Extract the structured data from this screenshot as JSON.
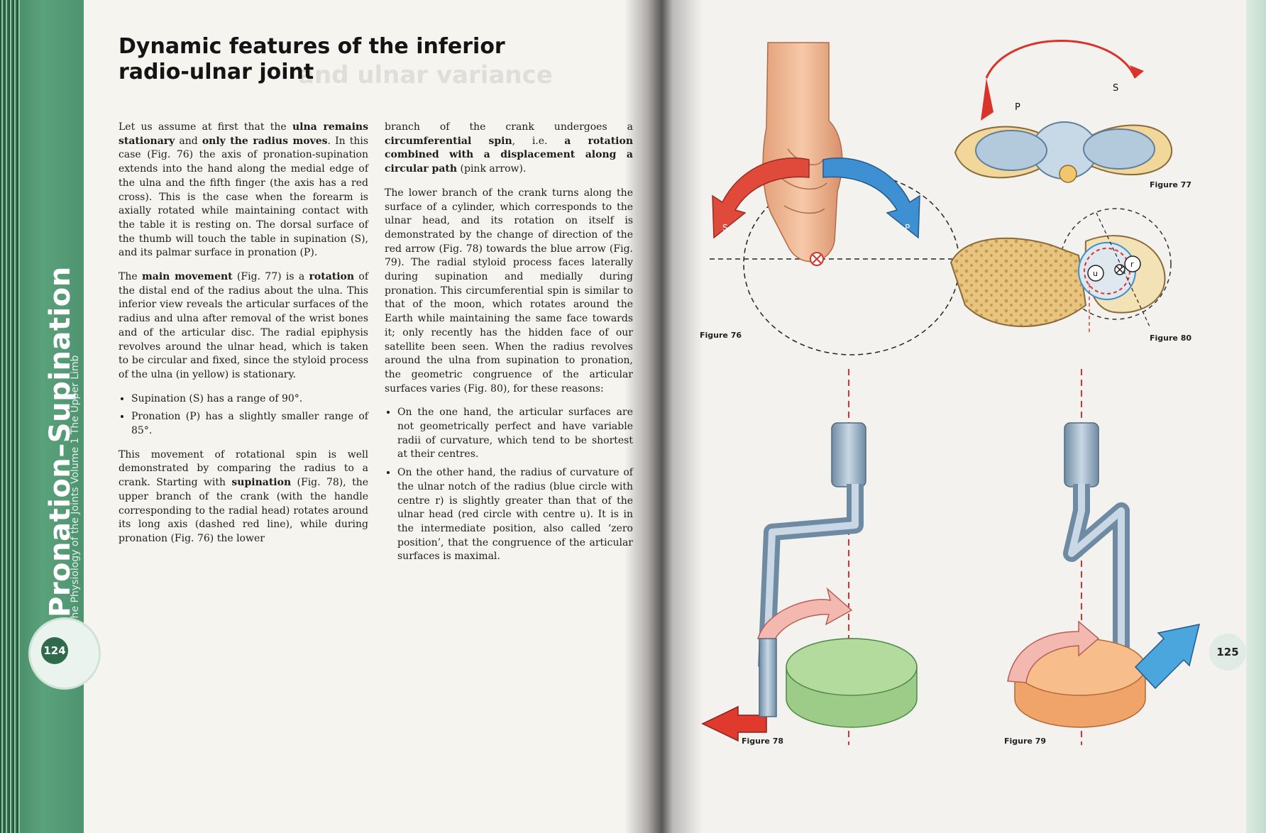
{
  "left_page": {
    "title": "Dynamic features of the inferior radio-ulnar joint",
    "ghost_heading": "and ulnar variance",
    "sidebar": {
      "title": "Pronation–Supination",
      "subtitle_book": "The Physiology of the Joints",
      "subtitle_volume": "Volume 1 The Upper Limb"
    },
    "page_number": "124",
    "col1": {
      "p1": [
        {
          "t": "Let us assume at first that the "
        },
        {
          "t": "ulna remains stationary",
          "b": true
        },
        {
          "t": " and "
        },
        {
          "t": "only the radius moves",
          "b": true
        },
        {
          "t": ". In this case (Fig. 76) the axis of pronation-supination extends into the hand along the medial edge of the ulna and the fifth finger (the axis has a red cross). This is the case when the forearm is axially rotated while maintaining contact with the table it is resting on. The dorsal surface of the thumb will touch the table in supination (S), and its palmar surface in pronation (P)."
        }
      ],
      "p2": [
        {
          "t": "The "
        },
        {
          "t": "main movement",
          "b": true
        },
        {
          "t": " (Fig. 77) is a "
        },
        {
          "t": "rotation",
          "b": true
        },
        {
          "t": " of the distal end of the radius about the ulna. This inferior view reveals the articular surfaces of the radius and ulna after removal of the wrist bones and of the articular disc. The radial epiphysis revolves around the ulnar head, which is taken to be circular and fixed, since the styloid process of the ulna (in yellow) is stationary."
        }
      ],
      "bullets": [
        "Supination (S) has a range of 90°.",
        "Pronation (P) has a slightly smaller range of 85°."
      ],
      "p3": [
        {
          "t": "This movement of rotational spin is well demonstrated by comparing the radius to a crank. Starting with "
        },
        {
          "t": "supination",
          "b": true
        },
        {
          "t": " (Fig. 78), the upper branch of the crank (with the handle corresponding to the radial head) rotates around its long axis (dashed red line), while during pronation (Fig. 76) the lower"
        }
      ]
    },
    "col2": {
      "p1": [
        {
          "t": "branch of the crank undergoes a "
        },
        {
          "t": "circumferential spin",
          "b": true
        },
        {
          "t": ", i.e. "
        },
        {
          "t": "a rotation combined with a displacement along a circular path",
          "b": true
        },
        {
          "t": " (pink arrow)."
        }
      ],
      "p2": "The lower branch of the crank turns along the surface of a cylinder, which corresponds to the ulnar head, and its rotation on itself is demonstrated by the change of direction of the red arrow (Fig. 78) towards the blue arrow (Fig. 79). The radial styloid process faces laterally during supination and medially during pronation. This circumferential spin is similar to that of the moon, which rotates around the Earth while maintaining the same face towards it; only recently has the hidden face of our satellite been seen. When the radius revolves around the ulna from supination to pronation, the geometric congruence of the articular surfaces varies (Fig. 80), for these reasons:",
      "bullets": [
        "On the one hand, the articular surfaces are not geometrically perfect and have variable radii of curvature, which tend to be shortest at their centres.",
        "On the other hand, the radius of curvature of the ulnar notch of the radius (blue circle with centre r) is slightly greater than that of the ulnar head (red circle with centre u). It is in the intermediate position, also called ‘zero position’, that the congruence of the articular surfaces is maximal."
      ]
    }
  },
  "right_page": {
    "page_number": "125",
    "figures": {
      "fig76": "Figure 76",
      "fig77": "Figure 77",
      "fig78": "Figure 78",
      "fig79": "Figure 79",
      "fig80": "Figure 80"
    },
    "labels": {
      "S": "S",
      "P": "P",
      "u": "u",
      "r": "r"
    }
  },
  "colors": {
    "sidebar_green": "#4f9370",
    "arrow_red": "#d8342b",
    "arrow_blue": "#3a8fd0",
    "crank_steel": "#8fa8bd",
    "cylinder_green": "#a6cf94",
    "cylinder_orange": "#f0a46a",
    "bone_yellow": "#e9c984",
    "cartilage_blue": "#b9cfe0"
  }
}
